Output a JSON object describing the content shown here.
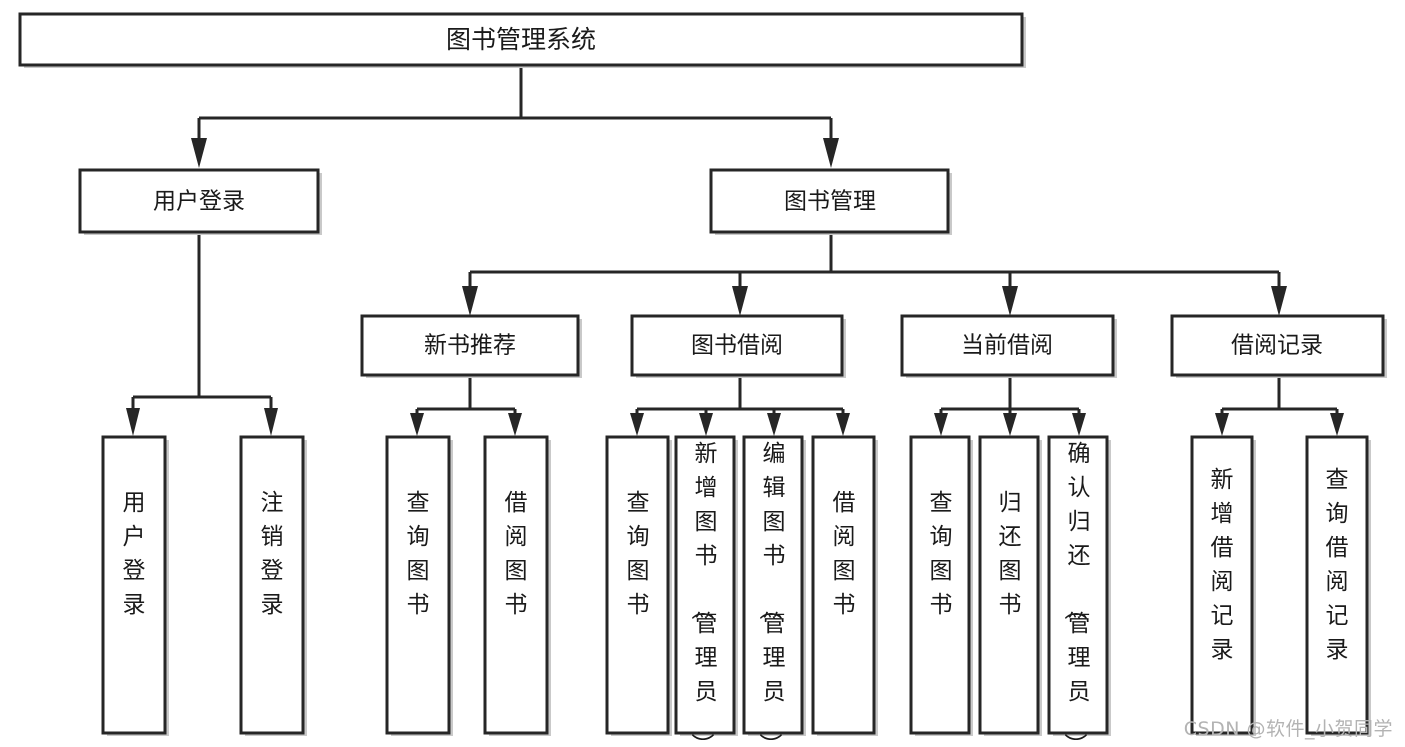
{
  "diagram": {
    "title_node": {
      "label": "图书管理系统"
    },
    "level2": [
      {
        "label": "用户登录"
      },
      {
        "label": "图书管理"
      }
    ],
    "level3": [
      {
        "label": "新书推荐"
      },
      {
        "label": "图书借阅"
      },
      {
        "label": "当前借阅"
      },
      {
        "label": "借阅记录"
      }
    ],
    "leaves": {
      "user_login": [
        {
          "label": "用户登录"
        },
        {
          "label": "注销登录"
        }
      ],
      "new_book": [
        {
          "label": "查询图书"
        },
        {
          "label": "借阅图书"
        }
      ],
      "book_borrow": [
        {
          "label": "查询图书"
        },
        {
          "label": "新增图书（管理员）"
        },
        {
          "label": "编辑图书（管理员）"
        },
        {
          "label": "借阅图书"
        }
      ],
      "current_borrow": [
        {
          "label": "查询图书"
        },
        {
          "label": "归还图书"
        },
        {
          "label": "确认归还（管理员）"
        }
      ],
      "borrow_record": [
        {
          "label": "新增借阅记录"
        },
        {
          "label": "查询借阅记录"
        }
      ]
    }
  },
  "watermark": {
    "text": "CSDN @软件_小贺同学"
  },
  "colors": {
    "stroke": "#262626",
    "box_fill": "#ffffff",
    "text": "#1a1a1a",
    "watermark": "#b3b3b3",
    "background": "#ffffff"
  }
}
